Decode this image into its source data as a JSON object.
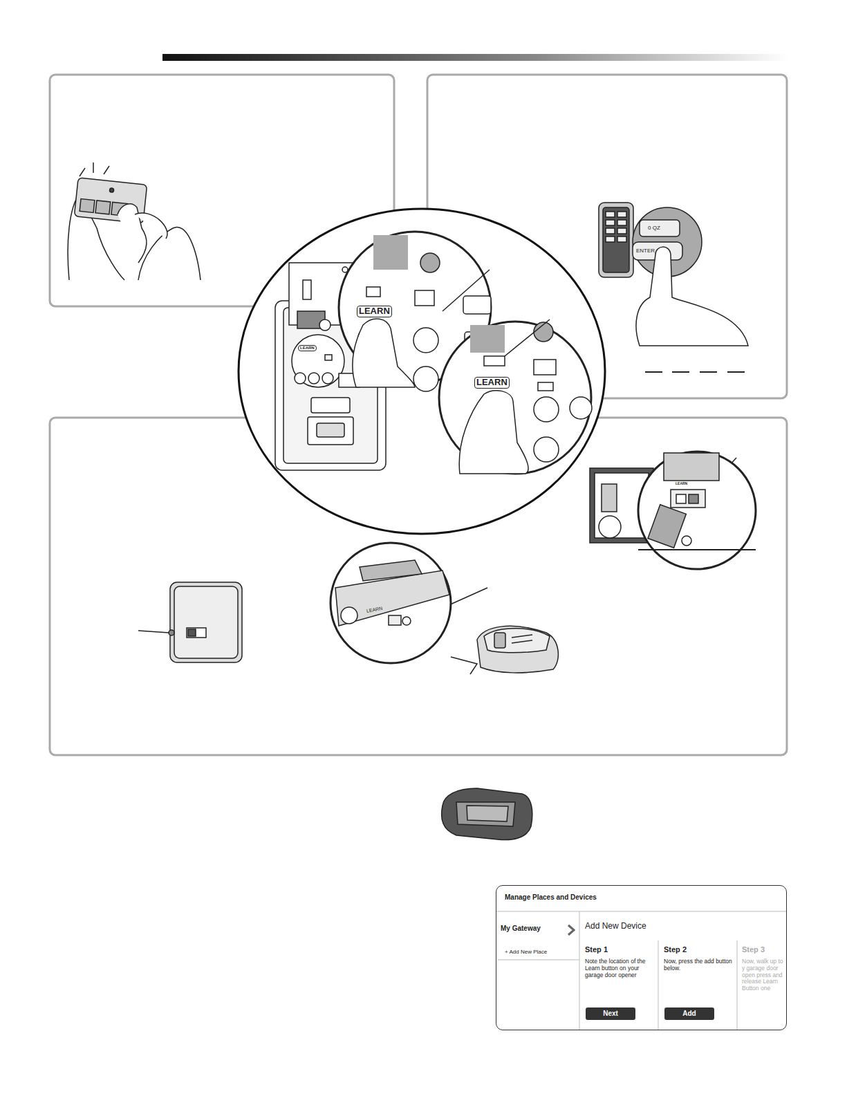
{
  "diagram": {
    "nodes": [
      {
        "text": [
          "Manage Places and Devices"
        ]
      },
      {
        "text": [
          "Next"
        ],
        "in": 0
      },
      {
        "text": [
          "Add"
        ],
        "in": 0
      }
    ],
    "labels": [
      "LEARN",
      "LEARN",
      "LEARN",
      "0 QZ",
      "ENTER",
      "LEARN",
      "LEARN",
      "My Gateway",
      "+ Add New Place",
      "Add New Device",
      "Step 1",
      "Note the location of the Learn button on your garage door opener",
      "Step 2",
      "Now, press the add button below.",
      "Step 3",
      "Now, walk up to y garage door open press and release Learn Button one"
    ]
  }
}
